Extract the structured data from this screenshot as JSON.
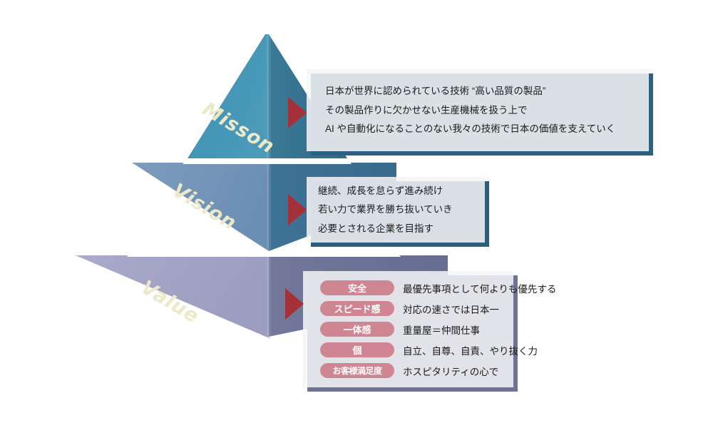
{
  "palette": {
    "tier1_left": "#4192b4",
    "tier1_right": "#3c7895",
    "tier2_left": "#6f93b7",
    "tier2_right": "#3d7194",
    "tier3_left": "#a3a4c5",
    "tier3_right": "#6e7497",
    "label_text": "#ece8c8",
    "arrow_red": "#a43038",
    "badge_pink": "#cf8592",
    "box_fill": "#f6f6f6",
    "mission_shadow": "#2d6181",
    "vision_shadow": "#2d5d7d",
    "value_shadow": "#6d7496",
    "divider_white": "#ffffff"
  },
  "pyramid": {
    "tiers": [
      {
        "id": "mission",
        "label": "Misson"
      },
      {
        "id": "vision",
        "label": "Vision"
      },
      {
        "id": "value",
        "label": "Value"
      }
    ]
  },
  "callouts": {
    "mission": {
      "lines": [
        "日本が世界に認められている技術 “高い品質の製品”",
        "その製品作りに欠かせない生産機械を扱う上で",
        "AI や自動化になることのない我々の技術で日本の価値を支えていく"
      ]
    },
    "vision": {
      "lines": [
        "継続、成長を怠らず進み続け",
        "若い力で業界を勝ち抜いていき",
        "必要とされる企業を目指す"
      ]
    },
    "value": {
      "rows": [
        {
          "badge": "安全",
          "desc": "最優先事項として何よりも優先する"
        },
        {
          "badge": "スピード感",
          "desc": "対応の速さでは日本一"
        },
        {
          "badge": "一体感",
          "desc": "重量屋＝仲間仕事"
        },
        {
          "badge": "個",
          "desc": "自立、自尊、自責、やり抜く力"
        },
        {
          "badge": "お客様満足度",
          "desc": "ホスピタリティの心で"
        }
      ]
    }
  }
}
